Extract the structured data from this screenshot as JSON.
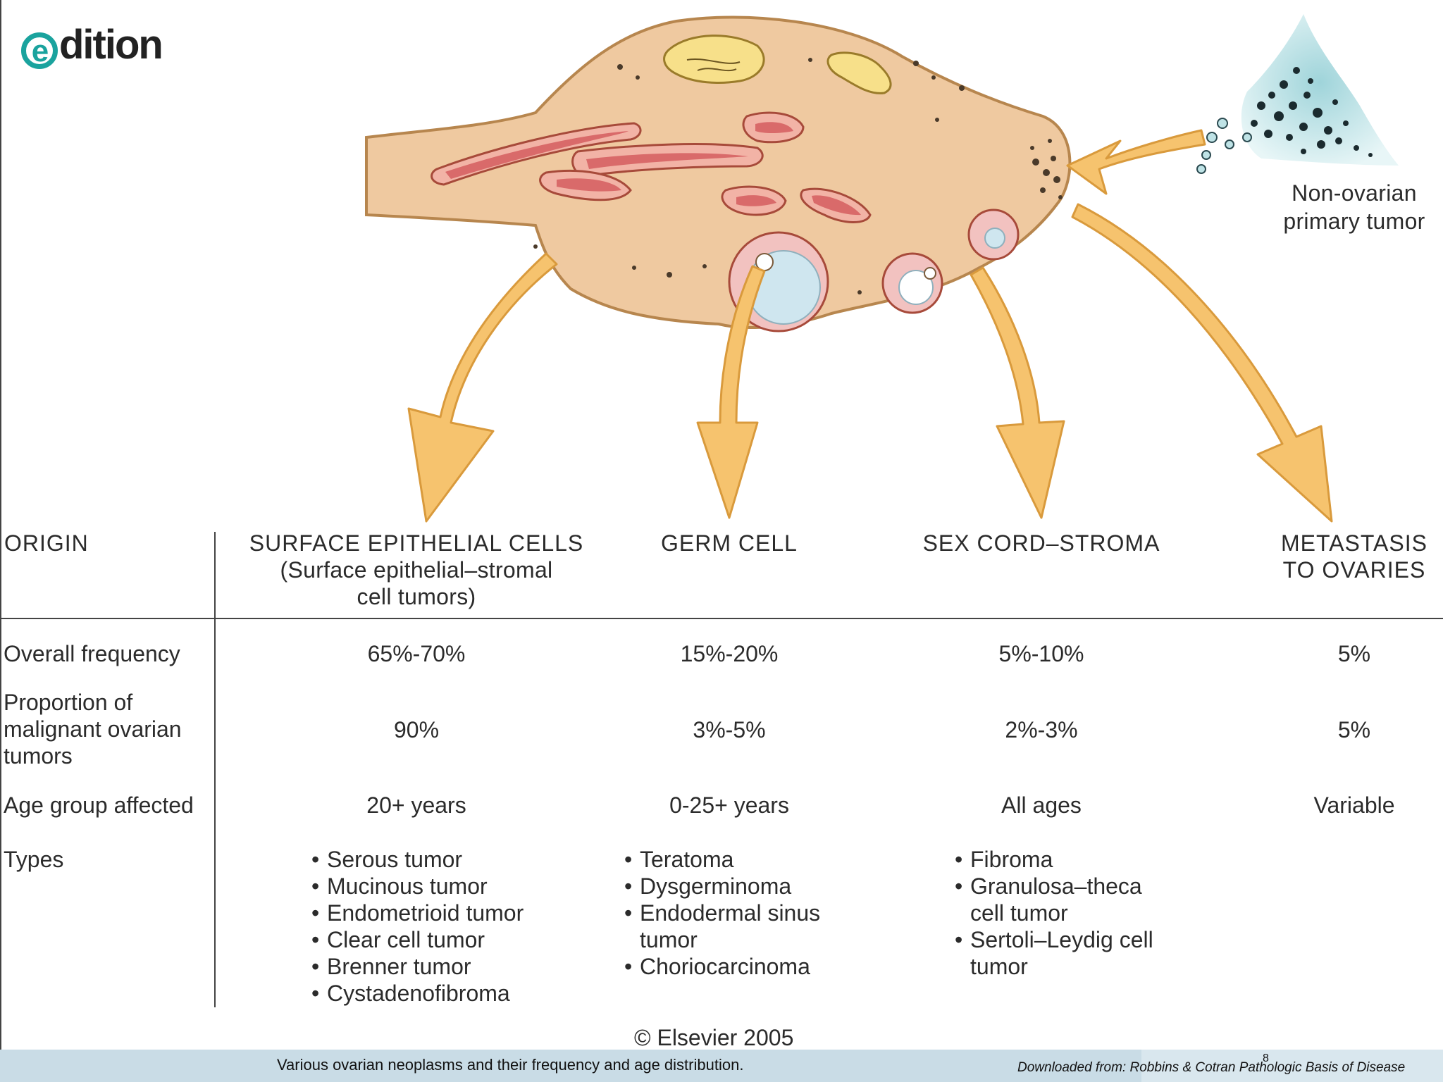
{
  "logo_text": "dition",
  "logo_e": "e",
  "source_label": [
    "Non-ovarian",
    "primary tumor"
  ],
  "origin_label": "ORIGIN",
  "columns": [
    {
      "header": [
        "SURFACE EPITHELIAL CELLS",
        "(Surface epithelial–stromal",
        "cell tumors)"
      ],
      "frequency": "65%-70%",
      "malignant": "90%",
      "age": "20+ years",
      "types": [
        "Serous tumor",
        "Mucinous tumor",
        "Endometrioid tumor",
        "Clear cell tumor",
        "Brenner tumor",
        "Cystadenofibroma"
      ]
    },
    {
      "header": [
        "GERM CELL"
      ],
      "frequency": "15%-20%",
      "malignant": "3%-5%",
      "age": "0-25+ years",
      "types": [
        "Teratoma",
        "Dysgerminoma",
        "Endodermal sinus tumor",
        "Choriocarcinoma"
      ]
    },
    {
      "header": [
        "SEX CORD–STROMA"
      ],
      "frequency": "5%-10%",
      "malignant": "2%-3%",
      "age": "All ages",
      "types": [
        "Fibroma",
        "Granulosa–theca cell tumor",
        "Sertoli–Leydig cell tumor"
      ]
    },
    {
      "header": [
        "METASTASIS",
        "TO OVARIES"
      ],
      "frequency": "5%",
      "malignant": "5%",
      "age": "Variable",
      "types": []
    }
  ],
  "row_labels": {
    "frequency": "Overall frequency",
    "malignant": [
      "Proportion of",
      "malignant ovarian",
      "tumors"
    ],
    "age": "Age group affected",
    "types": "Types"
  },
  "copyright": "© Elsevier 2005",
  "caption": "Various ovarian neoplasms  and  their frequency and age distribution.",
  "downloaded": "Downloaded from: Robbins & Cotran Pathologic Basis of Disease",
  "page_number": "8",
  "colors": {
    "ovary_fill": "#efc9a0",
    "ovary_stroke": "#b7864e",
    "vessel_fill": "#d96a6a",
    "vessel_outer": "#f2b3a6",
    "corpus_yellow": "#f7e08a",
    "follicle_fluid": "#cfe6ef",
    "arrow_fill": "#f6c36e",
    "arrow_stroke": "#d99a3c",
    "tumor_fill": "#bfe3e6",
    "footer": "#c9dce6"
  }
}
